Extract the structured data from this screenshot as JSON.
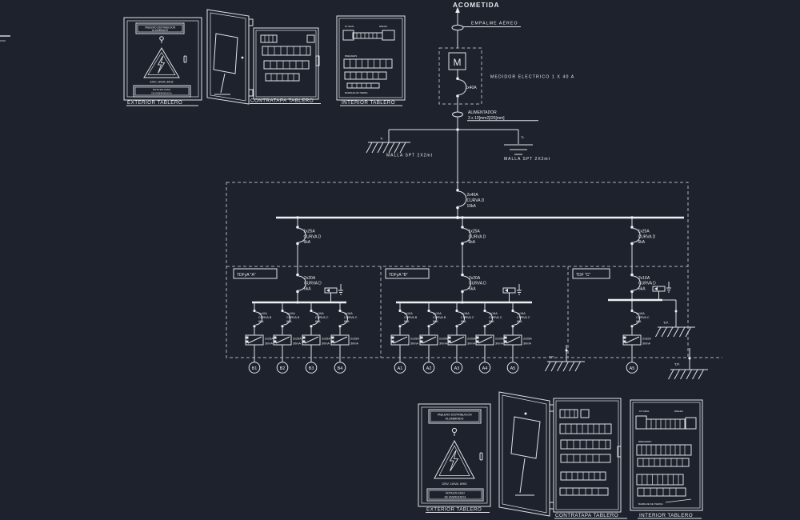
{
  "colors": {
    "background": "#1d222c",
    "line": "#e8ebee"
  },
  "schematic": {
    "acometida": "ACOMETIDA",
    "empalme": "EMPALME AÉREO",
    "meter_letter": "M",
    "meter_breaker": "1x40A",
    "medidor_label": "MEDIDOR ELECTRICO 1 X 40 A",
    "alimentador_line1": "ALIMENTADOR",
    "alimentador_line2": "3 x 10[mm2]/25[mm]",
    "ground_tag_left": "Tt",
    "ground_tag_right": "TL",
    "malla_left": "MALLA SPT 2X2mt",
    "malla_right": "MALLA SPT 2X2mt",
    "main_breaker": {
      "amps": "2x40A",
      "curve": "CURVA D",
      "ka": "10kA"
    },
    "feeders": [
      {
        "amps": "1x25A",
        "curve": "CURVA D",
        "ka": "6kA"
      },
      {
        "amps": "1x25A",
        "curve": "CURVA D",
        "ka": "6kA"
      },
      {
        "amps": "1x25A",
        "curve": "CURVA D",
        "ka": "6kA"
      }
    ],
    "tp1": "T.P.",
    "tp2": "T.P.",
    "tp3": "T.P.",
    "panels": [
      {
        "title": "TDFyA \"A\"",
        "breaker": {
          "amps": "2x20A",
          "curve": "CURVA D",
          "ka": "6kA"
        },
        "circuits": [
          {
            "amps": "1x10A",
            "curve": "CURVA B",
            "ka": "6kA",
            "diff_amps": "2x25A",
            "diff_ma": "30mA",
            "id": "B1"
          },
          {
            "amps": "1x10A",
            "curve": "CURVA B",
            "ka": "6kA",
            "diff_amps": "2x25A",
            "diff_ma": "30mA",
            "id": "B2"
          },
          {
            "amps": "1x16A",
            "curve": "CURVA C",
            "ka": "6kA",
            "diff_amps": "2x25A",
            "diff_ma": "30mA",
            "id": "B3"
          },
          {
            "amps": "1x16A",
            "curve": "CURVA C",
            "ka": "6kA",
            "diff_amps": "2x25A",
            "diff_ma": "30mA",
            "id": "B4"
          }
        ]
      },
      {
        "title": "TDFyA \"B\"",
        "breaker": {
          "amps": "2x20A",
          "curve": "CURVA D",
          "ka": "6kA"
        },
        "circuits": [
          {
            "amps": "1x10A",
            "curve": "CURVA B",
            "ka": "6kA",
            "diff_amps": "2x25A",
            "diff_ma": "30mA",
            "id": "A1"
          },
          {
            "amps": "1x10A",
            "curve": "CURVA B",
            "ka": "6kA",
            "diff_amps": "2x25A",
            "diff_ma": "30mA",
            "id": "A2"
          },
          {
            "amps": "1x16A",
            "curve": "CURVA C",
            "ka": "6kA",
            "diff_amps": "2x25A",
            "diff_ma": "30mA",
            "id": "A3"
          },
          {
            "amps": "1x16A",
            "curve": "CURVA C",
            "ka": "6kA",
            "diff_amps": "2x25A",
            "diff_ma": "30mA",
            "id": "A4"
          },
          {
            "amps": "1x16A",
            "curve": "CURVA C",
            "ka": "6kA",
            "diff_amps": "2x25A",
            "diff_ma": "30mA",
            "id": "A5"
          }
        ]
      },
      {
        "title": "TDF \"C\"",
        "breaker": {
          "amps": "2x16A",
          "curve": "CURVA D",
          "ka": "6kA"
        },
        "circuits": [
          {
            "amps": "1x16A",
            "curve": "CURVA C",
            "ka": "6kA",
            "diff_amps": "2x32A",
            "diff_ma": "30mA",
            "id": "A5"
          }
        ]
      }
    ]
  },
  "cabinets": {
    "plate_line1": "TABLERO DISTRIBUCION",
    "plate_line2": "ALUMBRADO",
    "rating": "220V, 110VA, 60HZ",
    "note_line1": "NOTA EN CASO",
    "note_line2": "DE EMERGENCIA",
    "interior_labels": {
      "l1": "1P GRAL",
      "l2": "RIELES",
      "l3": "BREAKERS",
      "l4": "BARRAJE DE TIERRA"
    },
    "top": {
      "exterior": "EXTERIOR TABLERO",
      "contratapa": "CONTRATAPA TABLERO",
      "interior": "INTERIOR TABLERO"
    },
    "bottom": {
      "exterior": "EXTERIOR TABLERO",
      "contratapa": "CONTRATAPA TABLERO",
      "interior": "INTERIOR TABLERO"
    }
  }
}
